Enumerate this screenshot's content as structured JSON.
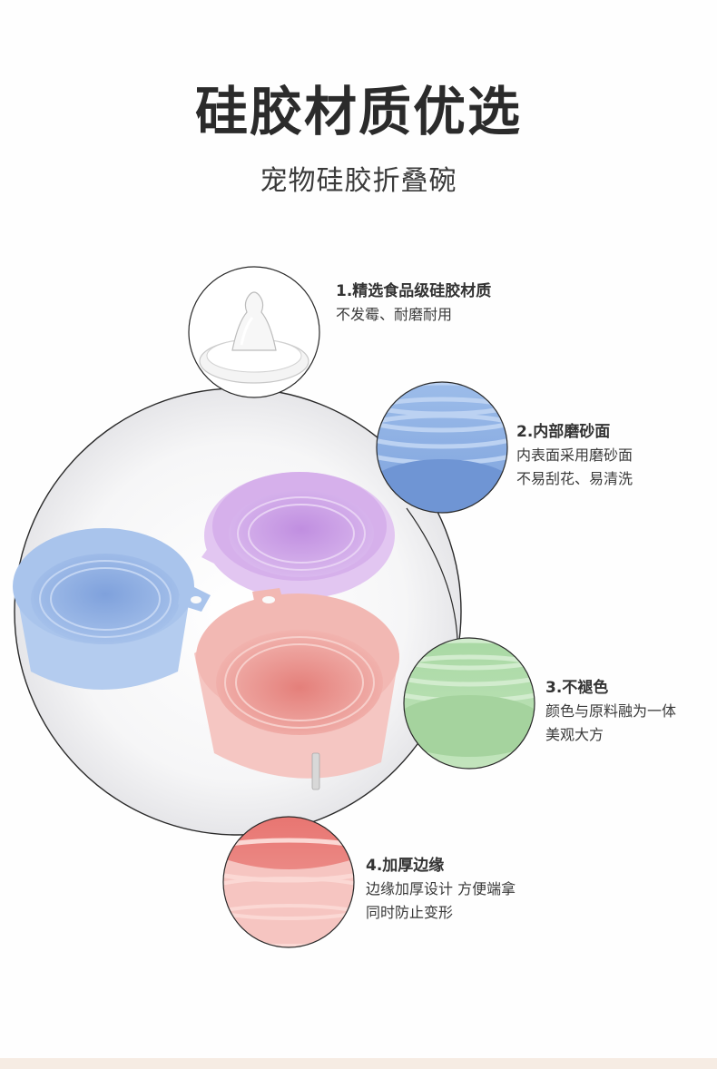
{
  "header": {
    "title": "硅胶材质优选",
    "subtitle": "宠物硅胶折叠碗"
  },
  "features": [
    {
      "title": "1.精选食品级硅胶材质",
      "lines": [
        "不发霉、耐磨耐用"
      ],
      "icon": "pacifier-nipple-icon"
    },
    {
      "title": "2.内部磨砂面",
      "lines": [
        "内表面采用磨砂面",
        "不易刮花、易清洗"
      ],
      "icon": "blue-bowl-closeup-icon"
    },
    {
      "title": "3.不褪色",
      "lines": [
        "颜色与原料融为一体",
        "美观大方"
      ],
      "icon": "green-bowl-closeup-icon"
    },
    {
      "title": "4.加厚边缘",
      "lines": [
        "边缘加厚设计 方便端拿",
        "同时防止变形"
      ],
      "icon": "pink-bowl-closeup-icon"
    }
  ],
  "colors": {
    "blue_bowl": "#a9c4ec",
    "purple_bowl": "#d6b3ea",
    "pink_bowl": "#f2b8b3",
    "green_bowl": "#bfe0b8",
    "background": "#fefefe"
  }
}
